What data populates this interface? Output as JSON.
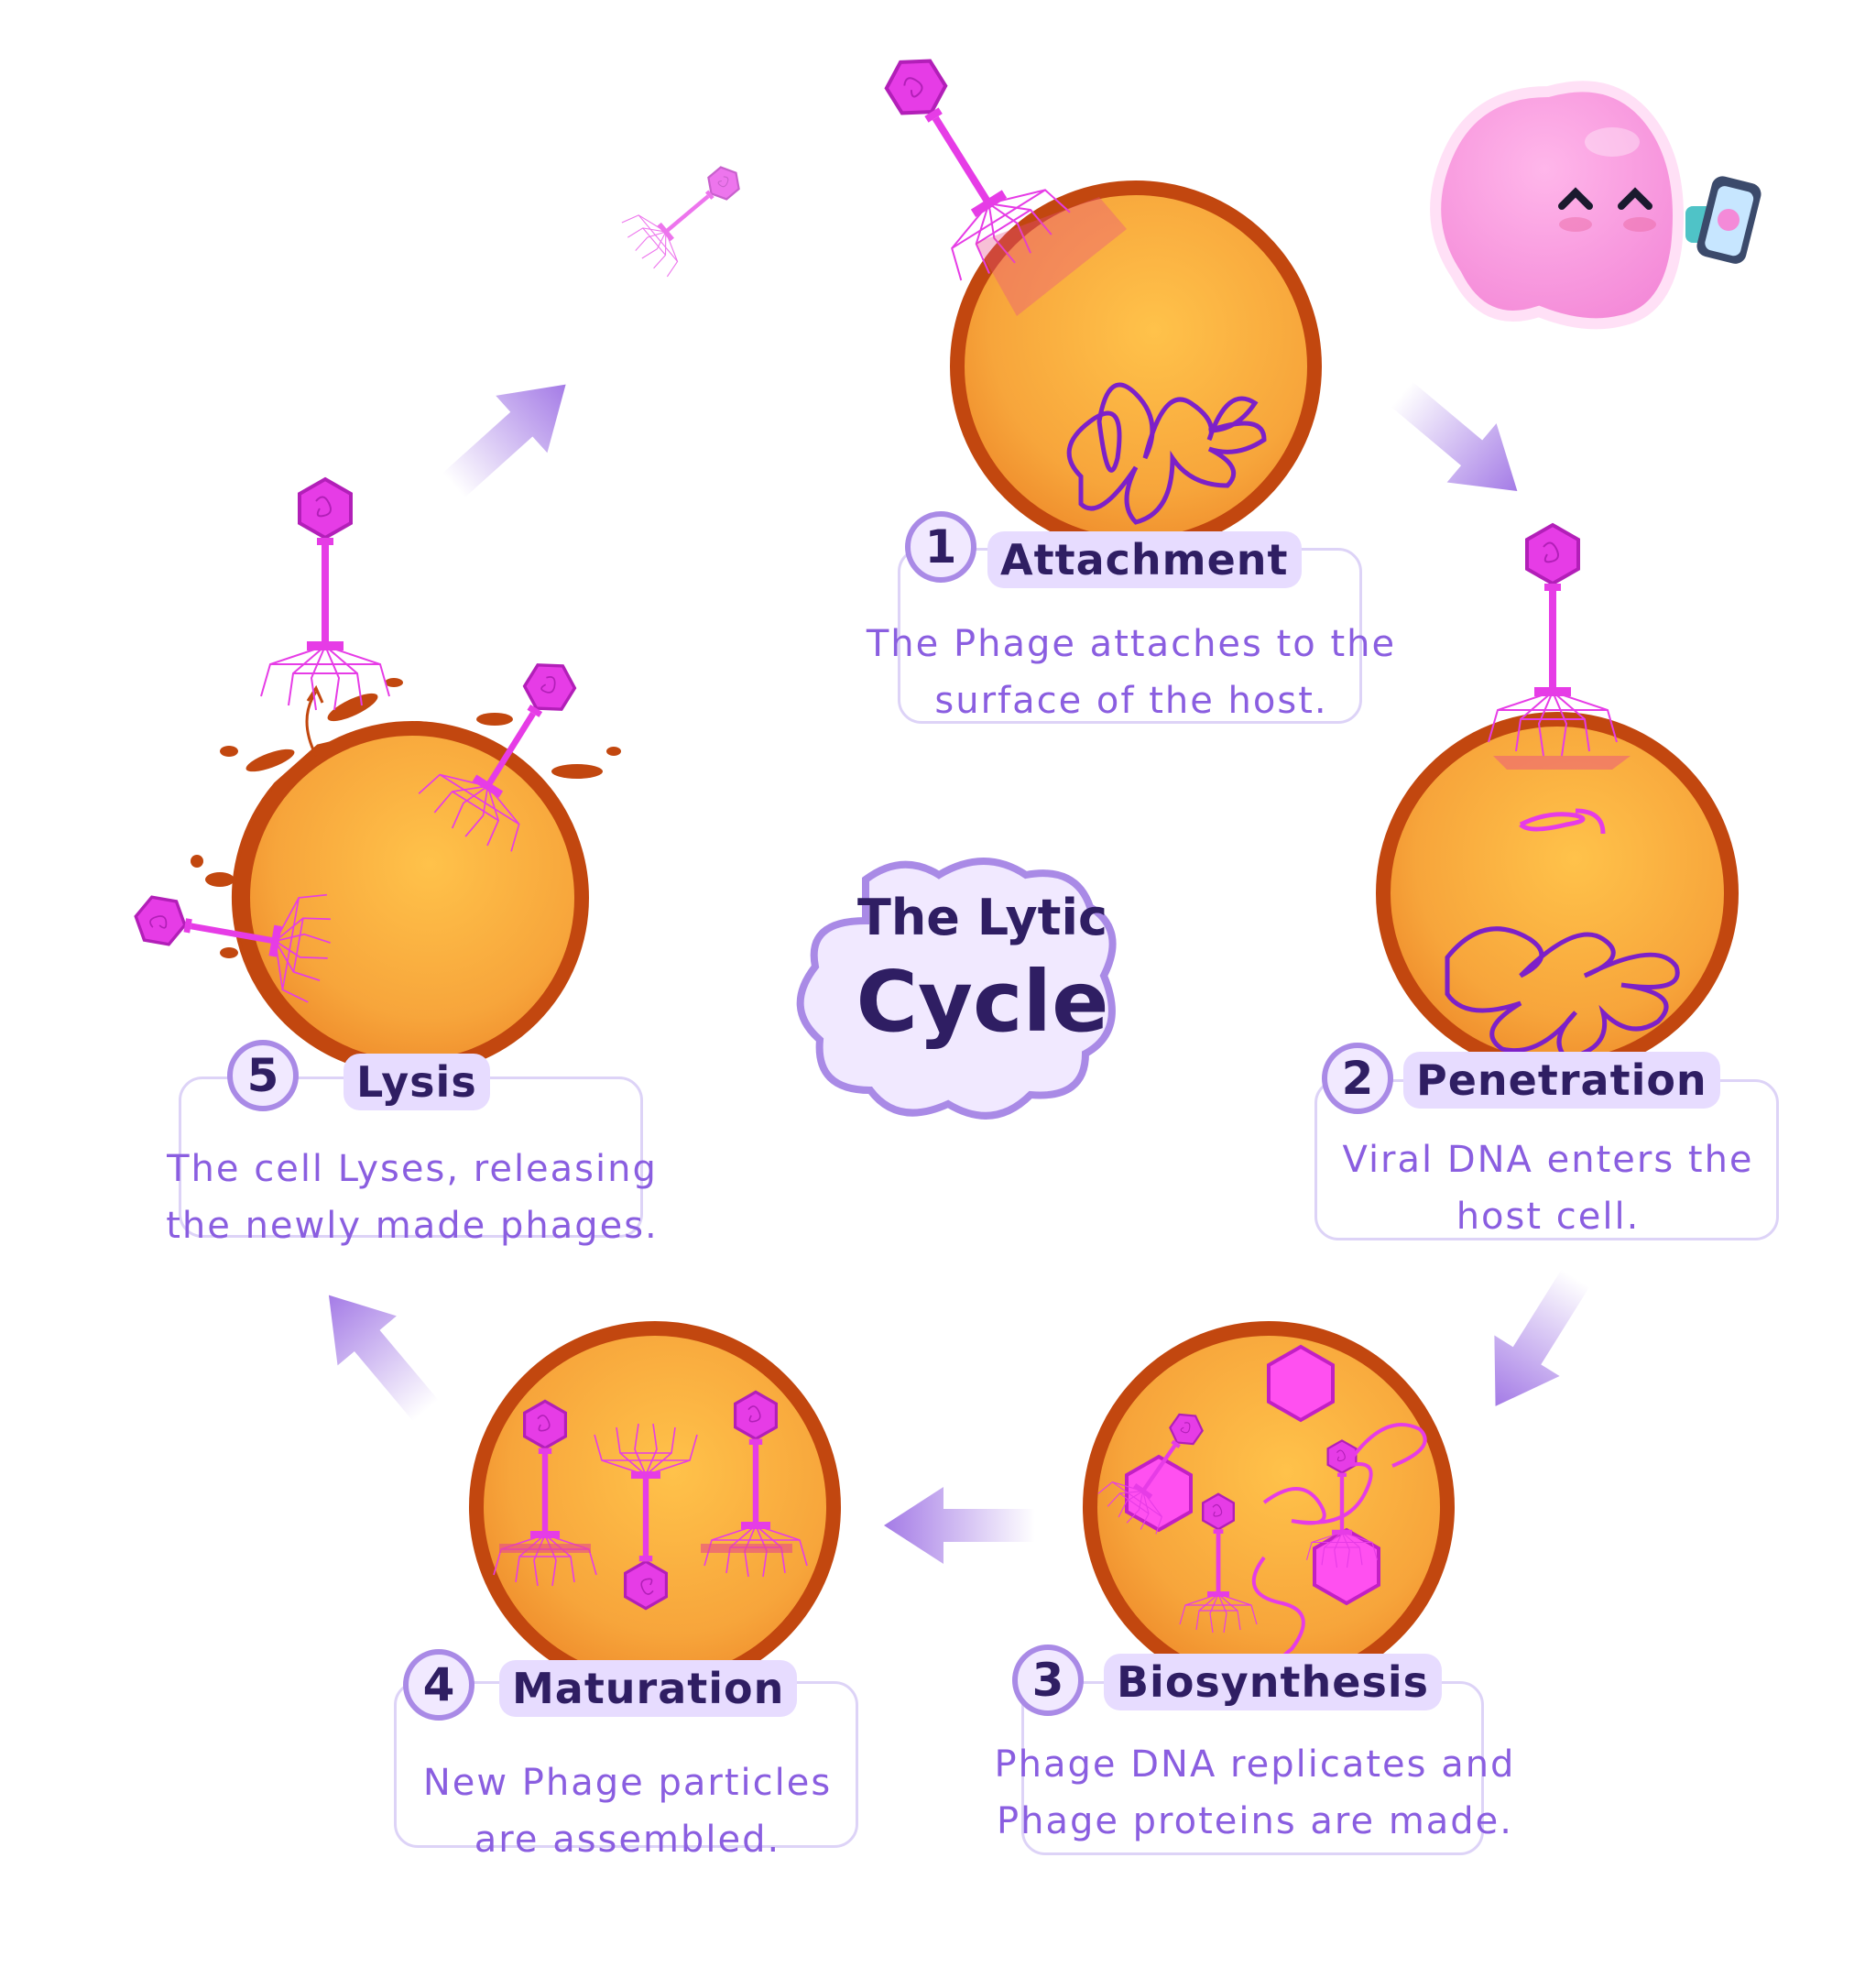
{
  "title": {
    "line1": "The Lytic",
    "line2": "Cycle"
  },
  "stages": [
    {
      "number": "1",
      "title": "Attachment",
      "description": [
        "The Phage attaches to the",
        "surface of the host."
      ]
    },
    {
      "number": "2",
      "title": "Penetration",
      "description": [
        "Viral DNA enters the",
        "host cell."
      ]
    },
    {
      "number": "3",
      "title": "Biosynthesis",
      "description": [
        "Phage DNA replicates and",
        "Phage proteins are made."
      ]
    },
    {
      "number": "4",
      "title": "Maturation",
      "description": [
        "New Phage particles",
        "are assembled."
      ]
    },
    {
      "number": "5",
      "title": "Lysis",
      "description": [
        "The cell Lyses, releasing",
        "the newly made phages."
      ]
    }
  ],
  "colors": {
    "cell_fill": "#f7a53b",
    "cell_border": "#c2470f",
    "phage": "#e63ce6",
    "arrow": "#a47be6",
    "text_dark": "#2f1e63",
    "text_light": "#8a5ee0"
  }
}
